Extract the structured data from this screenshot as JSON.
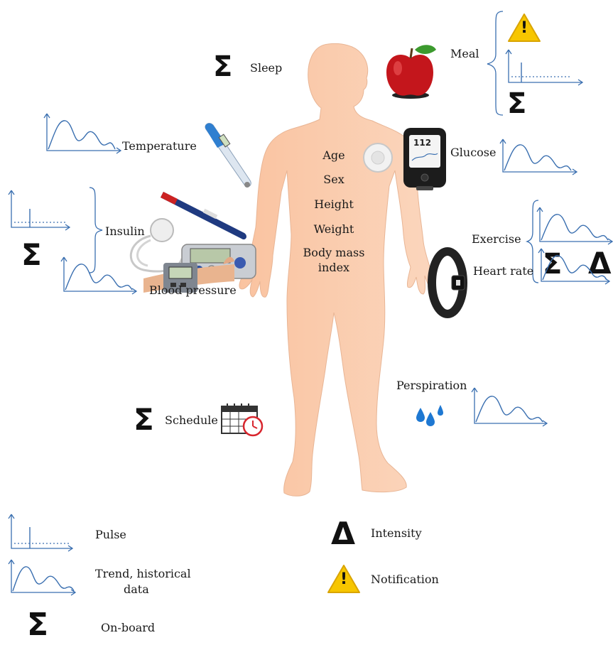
{
  "labels": {
    "sleep": "Sleep",
    "meal": "Meal",
    "temperature": "Temperature",
    "glucose": "Glucose",
    "insulin": "Insulin",
    "exercise": "Exercise",
    "heart_rate": "Heart rate",
    "blood_pressure": "Blood pressure",
    "perspiration": "Perspiration",
    "schedule": "Schedule"
  },
  "body_attributes": [
    "Age",
    "Sex",
    "Height",
    "Weight",
    "Body mass",
    "index"
  ],
  "glucose_device": {
    "reading": "112"
  },
  "legend": {
    "pulse": "Pulse",
    "trend": "Trend, historical data",
    "trend_line1": "Trend, historical",
    "trend_line2": "data",
    "onboard": "On-board",
    "intensity": "Intensity",
    "notification": "Notification"
  },
  "symbols": {
    "sigma": "Σ",
    "delta": "Δ",
    "warning": "!"
  },
  "colors": {
    "skin": "#f9c9a5",
    "line_blue": "#3a6fb0",
    "warning_yellow": "#f7c600",
    "drop_blue": "#1e78d2",
    "apple_red": "#c4161c"
  },
  "icons": [
    "apple-icon",
    "thermometer-icon",
    "glucose-sensor-icon",
    "glucose-reader-icon",
    "insulin-pen-icon",
    "insulin-pump-icon",
    "wrist-bp-monitor-icon",
    "fitness-band-icon",
    "water-drops-icon",
    "calendar-clock-icon",
    "warning-icon"
  ]
}
